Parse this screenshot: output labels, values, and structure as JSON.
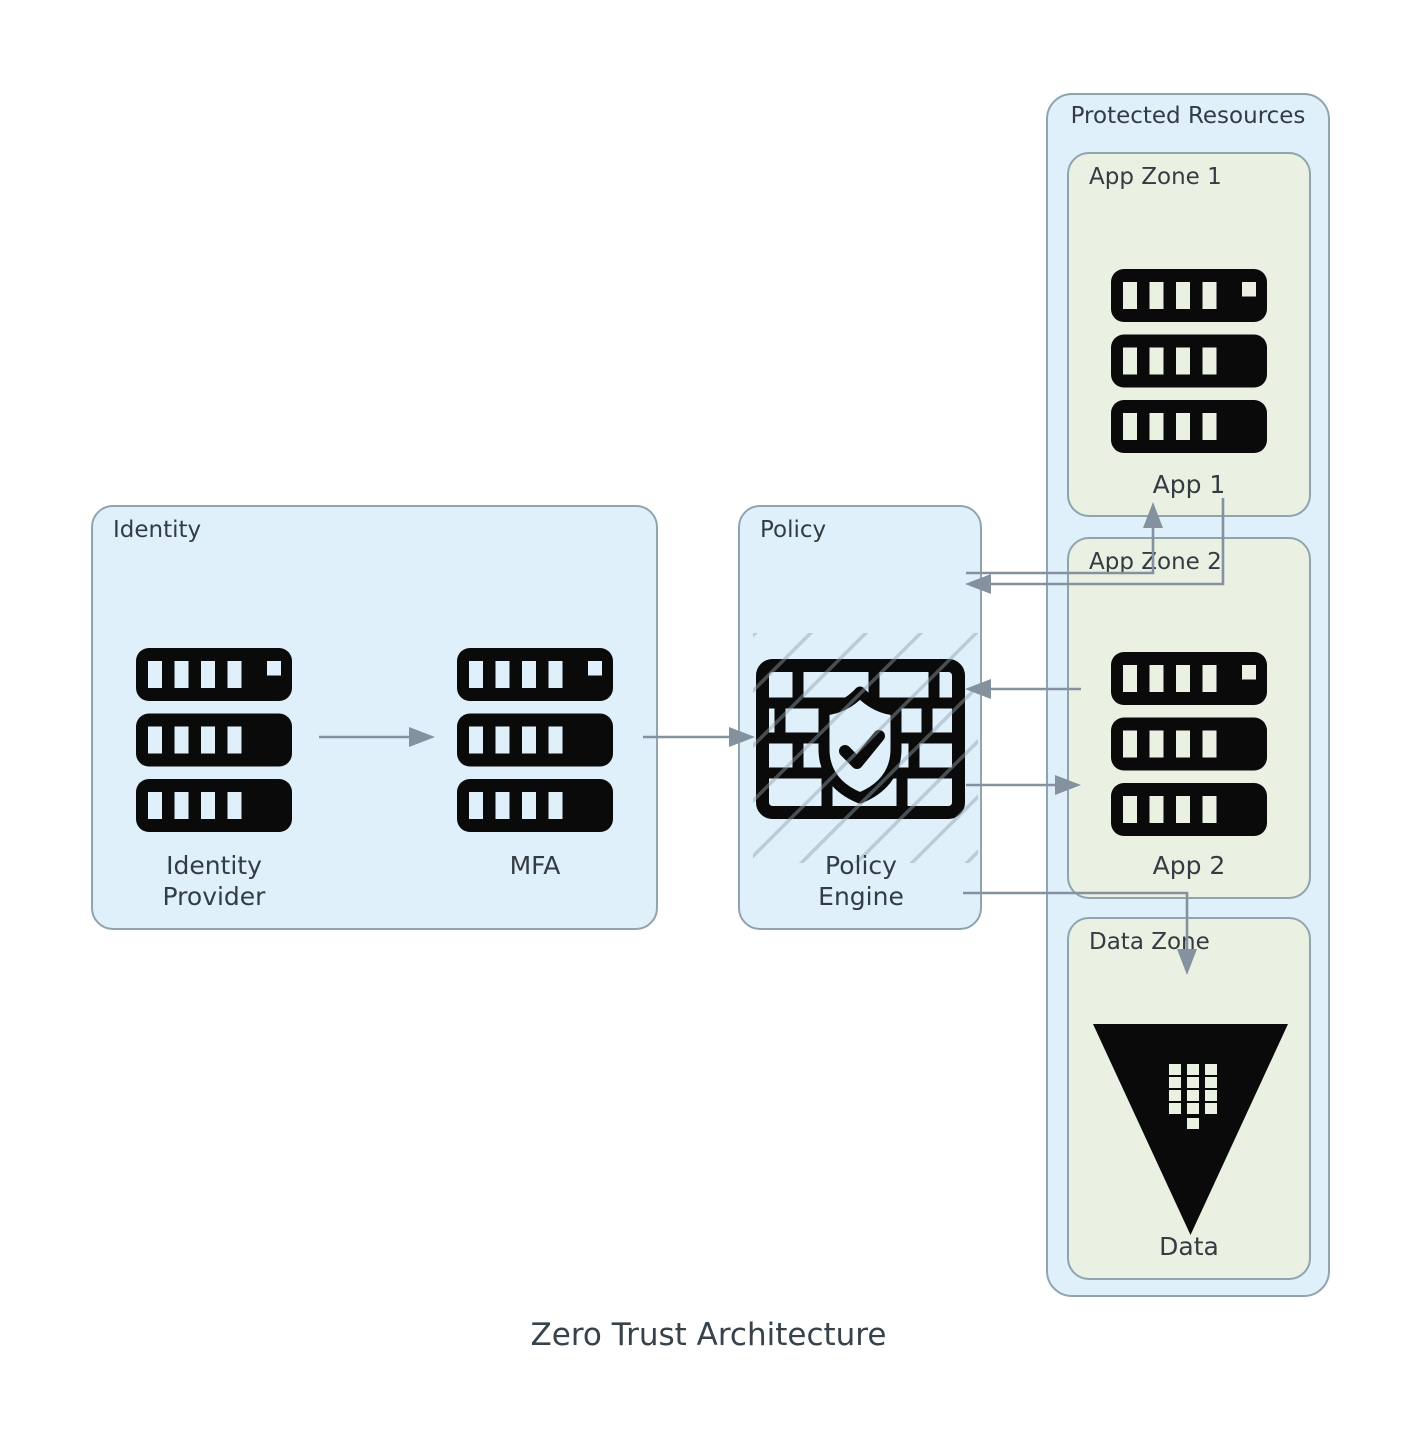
{
  "title": "Zero Trust Architecture",
  "groups": {
    "identity": {
      "label": "Identity",
      "nodes": {
        "idp": {
          "caption": "Identity Provider",
          "icon": "server-stack-icon"
        },
        "mfa": {
          "caption": "MFA",
          "icon": "server-stack-icon"
        }
      }
    },
    "policy": {
      "label": "Policy",
      "nodes": {
        "engine": {
          "caption": "Policy Engine",
          "icon": "firewall-shield-icon"
        }
      }
    },
    "protected": {
      "label": "Protected Resources",
      "zones": {
        "app1": {
          "label": "App Zone 1",
          "node": {
            "caption": "App 1",
            "icon": "server-stack-icon"
          }
        },
        "app2": {
          "label": "App Zone 2",
          "node": {
            "caption": "App 2",
            "icon": "server-stack-icon"
          }
        },
        "data": {
          "label": "Data Zone",
          "node": {
            "caption": "Data",
            "icon": "data-funnel-icon"
          }
        }
      }
    }
  },
  "edges": [
    {
      "from": "Identity Provider",
      "to": "MFA"
    },
    {
      "from": "MFA",
      "to": "Policy Engine"
    },
    {
      "from": "Policy Engine",
      "to": "App 1"
    },
    {
      "from": "App 1",
      "to": "Policy Engine"
    },
    {
      "from": "App 2",
      "to": "Policy Engine"
    },
    {
      "from": "Policy Engine",
      "to": "App 2"
    },
    {
      "from": "Policy Engine",
      "to": "Data"
    }
  ],
  "colors": {
    "group_box_fill": "#E0F0FA",
    "zone_fill": "#EAF1E3",
    "box_border": "#90A4AE",
    "arrow": "#8492A0",
    "icon": "#0A0A0A",
    "text": "#333C42"
  }
}
